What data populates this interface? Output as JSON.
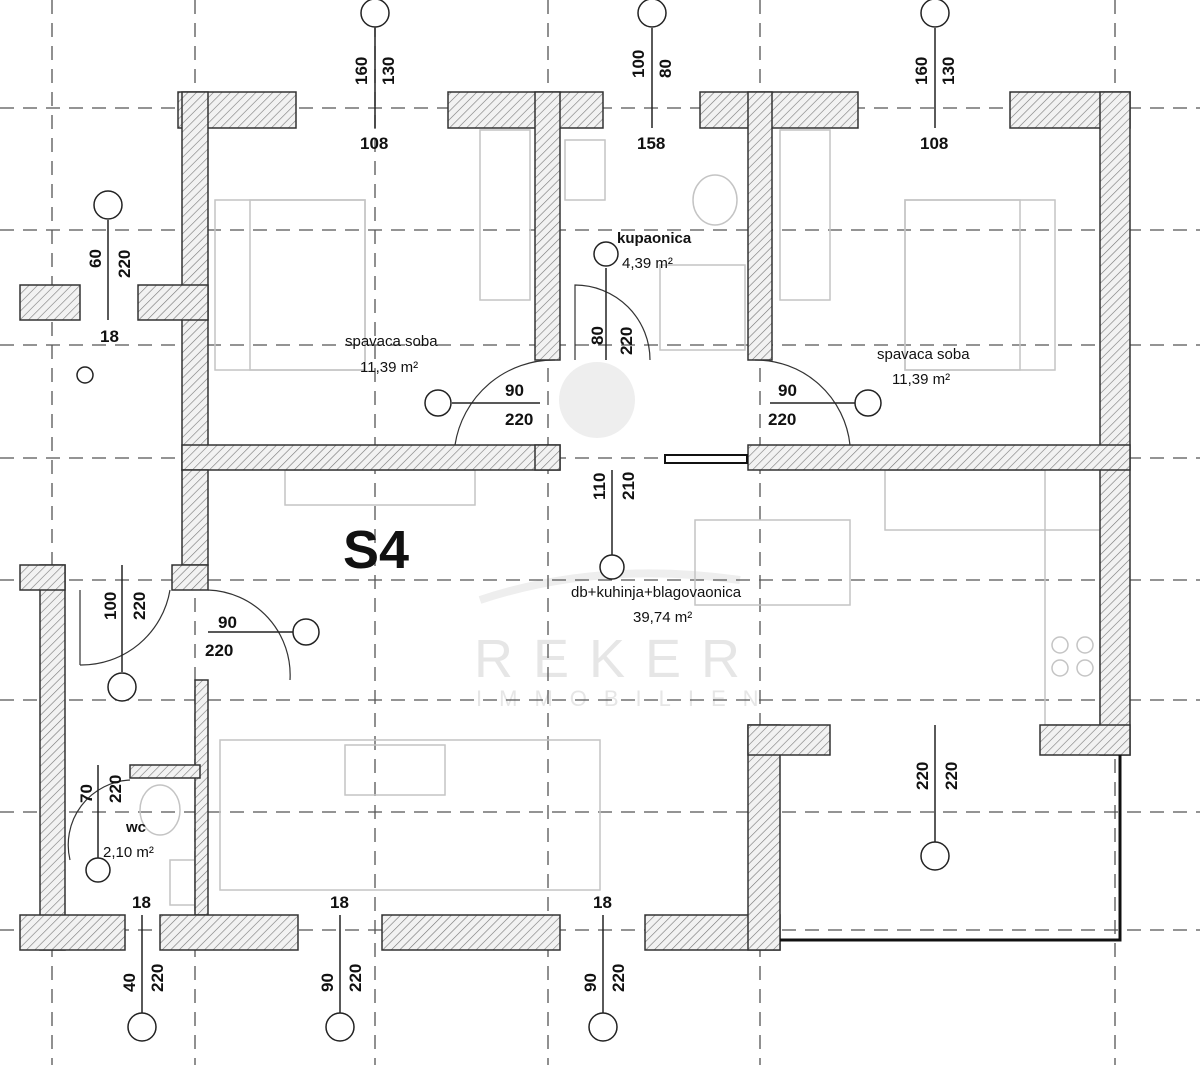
{
  "plan": {
    "unit_label": "S4",
    "watermark": {
      "brand": "REKER",
      "sub": "IMMOBILIEN"
    },
    "rooms": [
      {
        "name": "spavaca soba",
        "area": "11,39 m²"
      },
      {
        "name": "kupaonica",
        "area": "4,39 m²"
      },
      {
        "name": "spavaca soba",
        "area": "11,39 m²"
      },
      {
        "name": "db+kuhinja+blagovaonica",
        "area": "39,74 m²"
      },
      {
        "name": "wc",
        "area": "2,10 m²"
      }
    ],
    "dimensions": {
      "top_windows": [
        [
          "160",
          "130"
        ],
        [
          "100",
          "80"
        ],
        [
          "160",
          "130"
        ]
      ],
      "top_sill": [
        "108",
        "158",
        "108"
      ],
      "left_window": [
        "60",
        "220",
        "18"
      ],
      "bath_door": [
        "80",
        "220"
      ],
      "bed_doors": [
        [
          "90",
          "220"
        ],
        [
          "90",
          "220"
        ]
      ],
      "hall_door": [
        "110",
        "210"
      ],
      "entry_door": [
        "100",
        "220"
      ],
      "living_door": [
        "90",
        "220"
      ],
      "wc_door": [
        "70",
        "220"
      ],
      "balcony_door": [
        "220",
        "220"
      ],
      "bottom_sill": [
        "18",
        "18",
        "18"
      ],
      "bottom_windows": [
        [
          "40",
          "220"
        ],
        [
          "90",
          "220"
        ],
        [
          "90",
          "220"
        ]
      ]
    }
  }
}
